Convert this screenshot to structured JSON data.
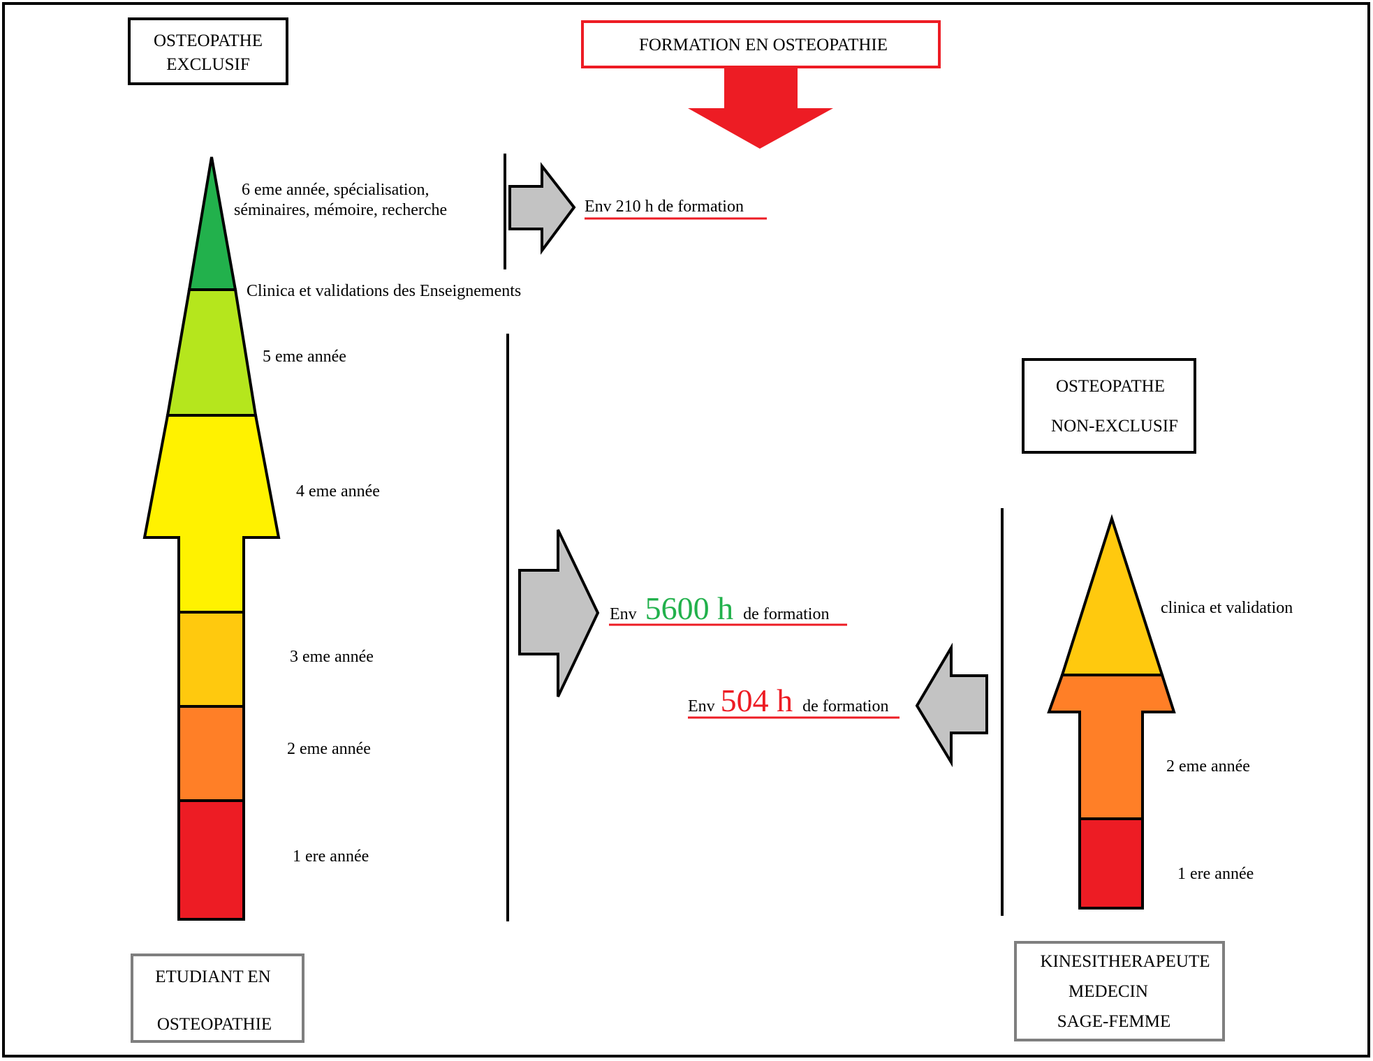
{
  "titles": {
    "exclusif_line1": "OSTEOPATHE",
    "exclusif_line2": "EXCLUSIF",
    "formation": "FORMATION EN OSTEOPATHIE",
    "non_exclusif_line1": "OSTEOPATHE",
    "non_exclusif_line2": "NON-EXCLUSIF",
    "etudiant_line1": "ETUDIANT EN",
    "etudiant_line2": "OSTEOPATHIE",
    "kine_line1": "KINESITHERAPEUTE",
    "kine_line2": "MEDECIN",
    "kine_line3": "SAGE-FEMME"
  },
  "left_arrow": {
    "stage6_line1": "6 eme année, spécialisation,",
    "stage6_line2": "séminaires, mémoire, recherche",
    "clinica": "Clinica et validations des Enseignements",
    "year5": "5 eme année",
    "year4": "4 eme année",
    "year3": "3 eme année",
    "year2": "2 eme année",
    "year1": "1 ere année"
  },
  "right_arrow": {
    "clinica": "clinica et validation",
    "year2": "2 eme année",
    "year1": "1 ere année"
  },
  "hours": {
    "h210_text": "Env 210 h de formation",
    "h5600_prefix": "Env",
    "h5600_value": "5600 h",
    "h5600_suffix": "de formation",
    "h504_prefix": "Env",
    "h504_value": "504 h",
    "h504_suffix": "de formation"
  },
  "colors": {
    "red": "#ed1c24",
    "orange": "#ff7f27",
    "amber": "#ffc90e",
    "yellow": "#fff200",
    "lime": "#b5e61d",
    "green": "#22b14c",
    "grey_arrow": "#c3c3c3",
    "grey_border": "#7f7f7f",
    "highlight_green": "#22b14c",
    "highlight_red": "#ed1c24"
  }
}
